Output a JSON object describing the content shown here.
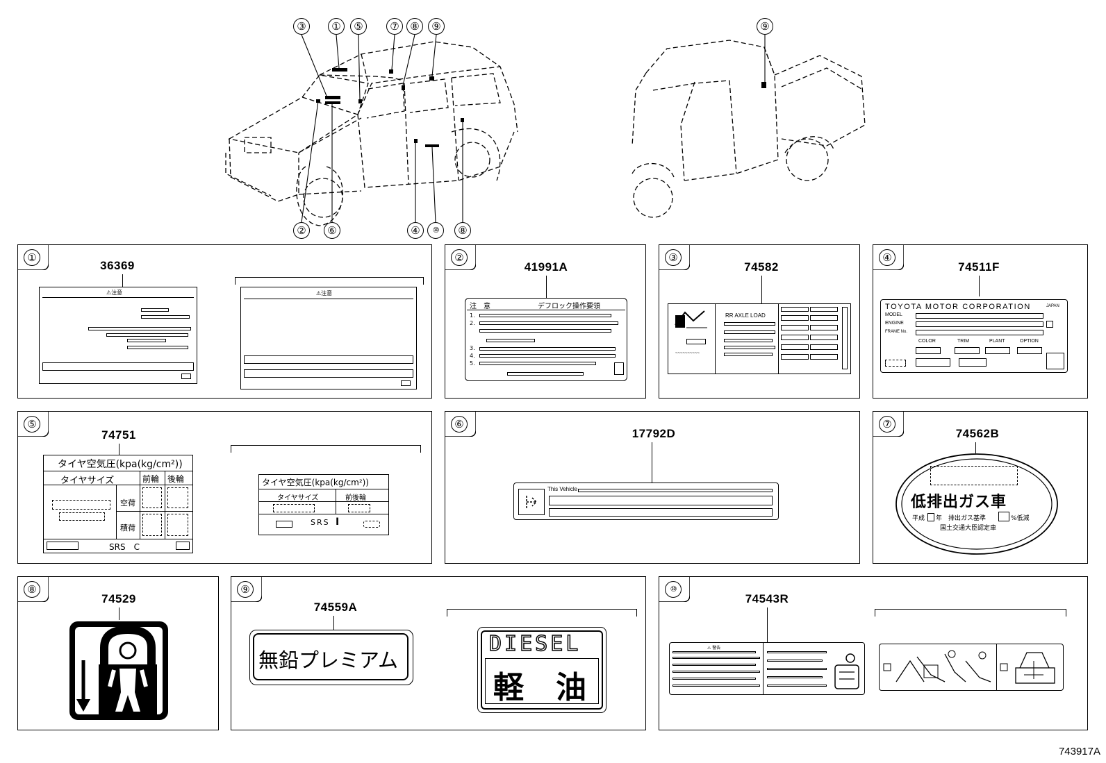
{
  "vehicle_callouts": {
    "front": {
      "top": [
        "③",
        "①",
        "⑤",
        "⑦",
        "⑧",
        "⑨"
      ],
      "bottom": [
        "②",
        "⑥",
        "④",
        "⑩",
        "⑧"
      ]
    },
    "rear": {
      "top": [
        "⑨"
      ]
    }
  },
  "panels": [
    {
      "index": "①",
      "part": "36369"
    },
    {
      "index": "②",
      "part": "41991A"
    },
    {
      "index": "③",
      "part": "74582"
    },
    {
      "index": "④",
      "part": "74511F"
    },
    {
      "index": "⑤",
      "part": "74751"
    },
    {
      "index": "⑥",
      "part": "17792D"
    },
    {
      "index": "⑦",
      "part": "74562B"
    },
    {
      "index": "⑧",
      "part": "74529"
    },
    {
      "index": "⑨",
      "part": "74559A"
    },
    {
      "index": "⑩",
      "part": "74543R"
    }
  ],
  "label_text": {
    "p1_caution": "⚠注意",
    "p2_caution": "注　意",
    "p2_title": "デフロック操作要領",
    "p2_items": [
      "1.",
      "2.",
      "3.",
      "4.",
      "5."
    ],
    "p3_rr_axle": "RR AXLE LOAD",
    "p4_company": "TOYOTA MOTOR CORPORATION",
    "p4_japan": "JAPAN",
    "p4_model": "MODEL",
    "p4_engine": "ENGINE",
    "p4_frame": "FRAME No.",
    "p4_color": "COLOR",
    "p4_trim": "TRIM",
    "p4_plant": "PLANT",
    "p4_option": "OPTION",
    "p5_title": "タイヤ空気圧(kpa(kg/cm²))",
    "p5_size": "タイヤサイズ",
    "p5_front": "前輪",
    "p5_rear": "後輪",
    "p5_empty": "空荷",
    "p5_loaded": "積荷",
    "p5_srs": "SRS　C",
    "p5b_title": "タイヤ空気圧(kpa(kg/cm²))",
    "p5b_size": "タイヤサイズ",
    "p5b_fr": "前後輪",
    "p5b_srs": "SRS",
    "p5b_srs_mark": "Ⅰ",
    "p6_vehicle": "This Vehicle",
    "p7_main": "低排出ガス車",
    "p7_line1a": "平成",
    "p7_line1b": "年",
    "p7_line1c": "排出ガス基準",
    "p7_line1d": "%低減",
    "p7_line2": "国土交通大臣認定車",
    "p9_unleaded": "無鉛プレミアム",
    "p9_diesel": "DIESEL",
    "p9_keiyu_1": "軽",
    "p9_keiyu_2": "油"
  },
  "figure_id": "743917A"
}
